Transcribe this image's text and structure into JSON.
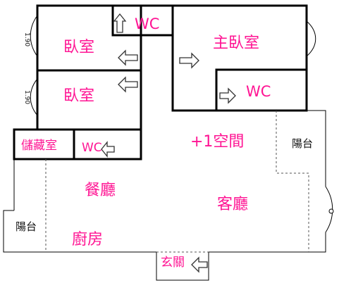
{
  "rooms": {
    "bedroom_1": "臥室",
    "bedroom_2": "臥室",
    "master_bedroom": "主臥室",
    "wc_top": "WC",
    "wc_master": "WC",
    "wc_storage": "WC",
    "storage": "儲藏室",
    "plus_one": "+1空間",
    "dining": "餐廳",
    "living": "客廳",
    "kitchen": "廚房",
    "entrance": "玄關"
  },
  "balconies": {
    "left": "陽台",
    "right": "陽台"
  },
  "dimensions": {
    "window_1": "1.90",
    "window_2": "1.90"
  },
  "colors": {
    "room_label": "#ff1493",
    "wall": "#000000",
    "dashed": "#555555"
  },
  "icons": {
    "door_arrow": "door-arrow-icon",
    "door_swing": "door-swing-icon"
  }
}
